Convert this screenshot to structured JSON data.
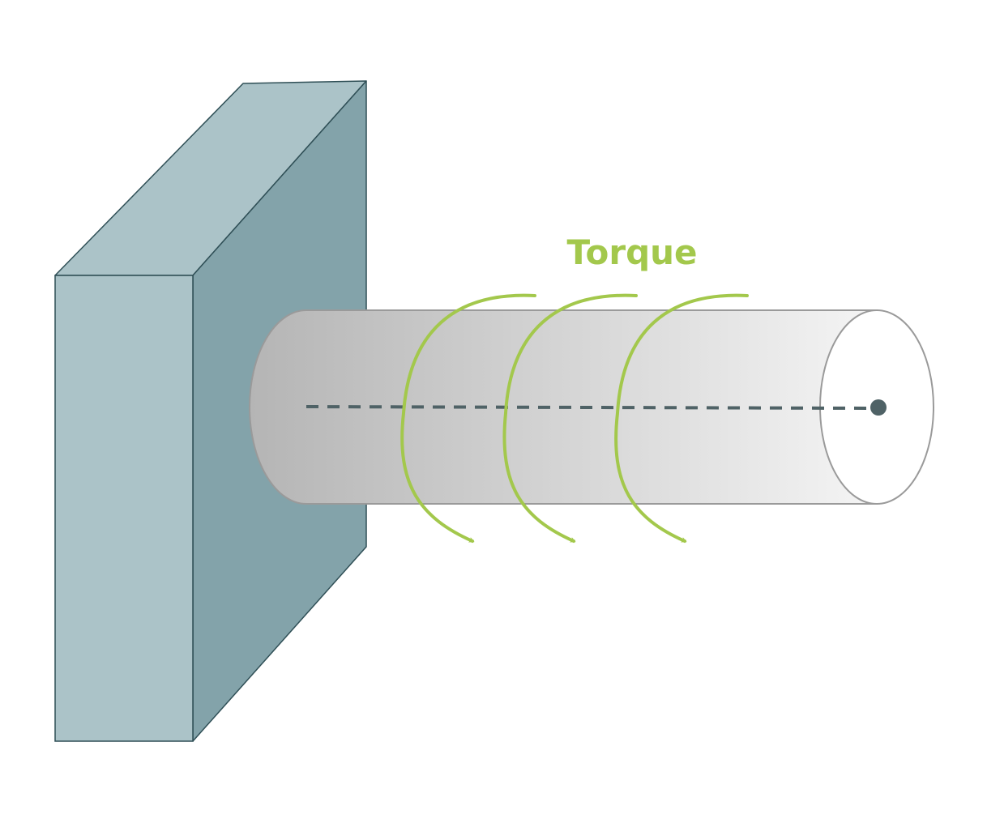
{
  "diagram": {
    "label": "Torque",
    "colors": {
      "wall_front": "#abc3c8",
      "wall_side": "#83a3aa",
      "wall_stroke": "#2f4f56",
      "shaft_dark": "#b5b5b5",
      "shaft_light": "#f6f6f6",
      "shaft_stroke": "#9a9a9a",
      "shaft_end": "#ffffff",
      "axis": "#4f6266",
      "torque": "#a3c84c"
    },
    "icons": [
      "fixed-wall",
      "cylindrical-shaft",
      "center-axis",
      "torque-arrow"
    ]
  }
}
